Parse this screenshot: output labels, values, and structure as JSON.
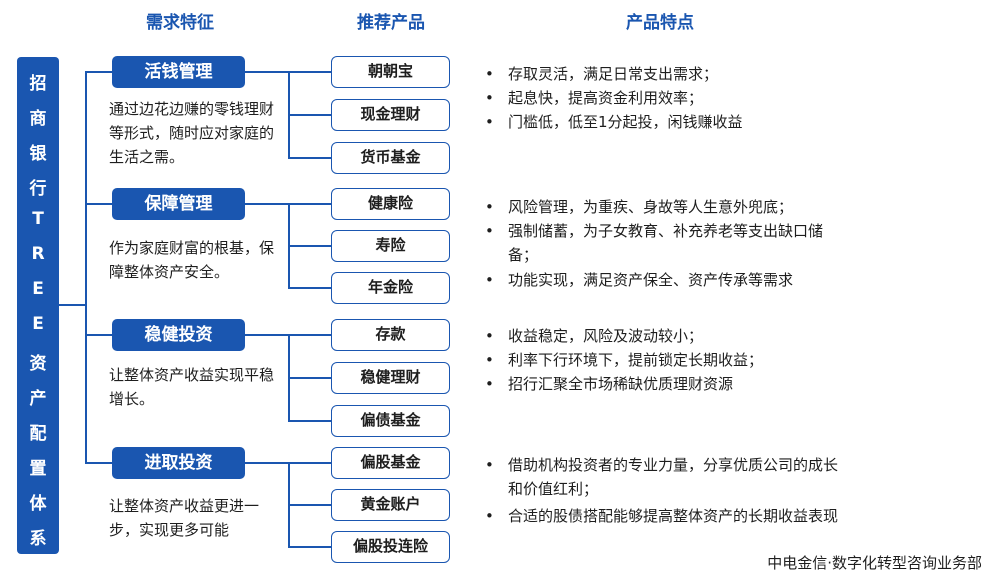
{
  "headers": {
    "demand": "需求特征",
    "product": "推荐产品",
    "features": "产品特点"
  },
  "side_label": [
    "招",
    "商",
    "银",
    "行",
    "T",
    "R",
    "E",
    "E",
    "资",
    "产",
    "配",
    "置",
    "体",
    "系"
  ],
  "categories": [
    {
      "name": "活钱管理",
      "desc": "通过边花边赚的零钱理财等形式，随时应对家庭的生活之需。",
      "products": [
        "朝朝宝",
        "现金理财",
        "货币基金"
      ],
      "bullets": [
        "存取灵活，满足日常支出需求；",
        "起息快，提高资金利用效率；",
        "门槛低，低至1分起投，闲钱赚收益"
      ]
    },
    {
      "name": "保障管理",
      "desc": "作为家庭财富的根基，保障整体资产安全。",
      "products": [
        "健康险",
        "寿险",
        "年金险"
      ],
      "bullets": [
        "风险管理，为重疾、身故等人生意外兜底；",
        "强制储蓄，为子女教育、补充养老等支出缺口储备；",
        "功能实现，满足资产保全、资产传承等需求"
      ]
    },
    {
      "name": "稳健投资",
      "desc": "让整体资产收益实现平稳增长。",
      "products": [
        "存款",
        "稳健理财",
        "偏债基金"
      ],
      "bullets": [
        "收益稳定，风险及波动较小；",
        "利率下行环境下，提前锁定长期收益；",
        "招行汇聚全市场稀缺优质理财资源"
      ]
    },
    {
      "name": "进取投资",
      "desc": "让整体资产收益更进一步，实现更多可能",
      "products": [
        "偏股基金",
        "黄金账户",
        "偏股投连险"
      ],
      "bullets": [
        "借助机构投资者的专业力量，分享优质公司的成长和价值红利；",
        "合适的股债搭配能够提高整体资产的长期收益表现"
      ]
    }
  ],
  "footer": "中电金信·数字化转型咨询业务部",
  "colors": {
    "primary": "#1a56b0",
    "text": "#1e1e1e"
  }
}
